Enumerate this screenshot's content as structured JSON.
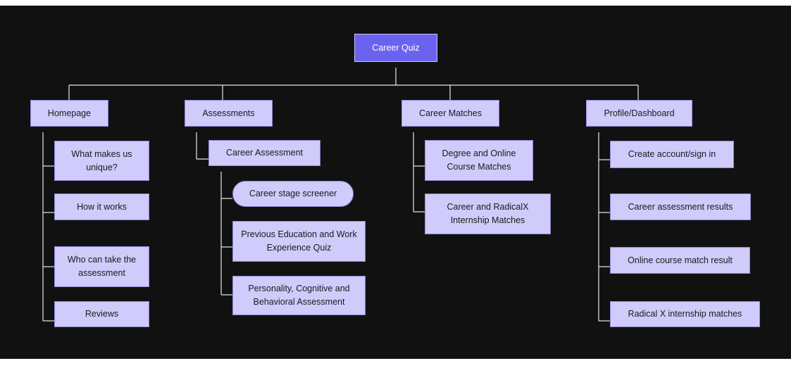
{
  "colors": {
    "background": "#111111",
    "node_fill": "#cfcbfa",
    "root_fill": "#6b63f0",
    "connector": "#e8e8e8"
  },
  "root": {
    "label": "Career Quiz"
  },
  "columns": [
    {
      "label": "Homepage",
      "children": [
        "What makes us unique?",
        "How it works",
        "Who can take the assessment",
        "Reviews"
      ]
    },
    {
      "label": "Assessments",
      "children": [
        {
          "label": "Career Assessment",
          "children": [
            "Career stage screener",
            "Previous Education and Work Experience Quiz",
            "Personality, Cognitive and Behavioral Assessment"
          ]
        }
      ]
    },
    {
      "label": "Career Matches",
      "children": [
        "Degree and Online Course Matches",
        "Career and RadicalX Internship Matches"
      ]
    },
    {
      "label": "Profile/Dashboard",
      "children": [
        "Create account/sign in",
        "Career assessment results",
        "Online course match result",
        "Radical X internship matches"
      ]
    }
  ]
}
